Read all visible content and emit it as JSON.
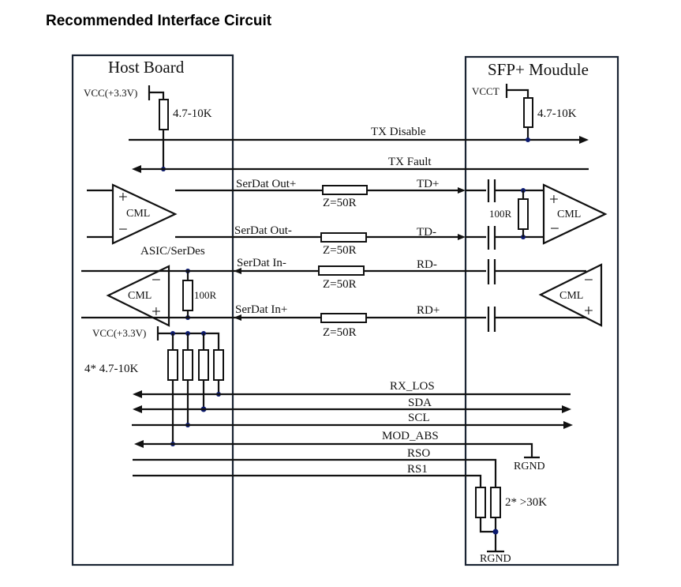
{
  "title": "Recommended Interface Circuit",
  "host": {
    "label": "Host Board",
    "vcc_label": "VCC(+3.3V)",
    "pullup_label": "4.7-10K",
    "asic_label": "ASIC/SerDes",
    "tx_amp_label": "CML",
    "rx_amp_label": "CML",
    "term_label": "100R",
    "vcc2_label": "VCC(+3.3V)",
    "pullups4_label": "4* 4.7-10K",
    "plus": "+",
    "minus": "−"
  },
  "module": {
    "label": "SFP+ Moudule",
    "vcct_label": "VCCT",
    "pullup_label": "4.7-10K",
    "term_label": "100R",
    "tx_amp_label": "CML",
    "rx_amp_label": "CML",
    "rgnd1": "RGND",
    "rgnd2": "RGND",
    "rs_res_label": "2* >30K"
  },
  "signals": {
    "tx_disable": "TX Disable",
    "tx_fault": "TX Fault",
    "serdat_out_p": "SerDat Out+",
    "serdat_out_n": "SerDat Out-",
    "serdat_in_n": "SerDat In-",
    "serdat_in_p": "SerDat In+",
    "td_p": "TD+",
    "td_n": "TD-",
    "rd_n": "RD-",
    "rd_p": "RD+",
    "z1": "Z=50R",
    "z2": "Z=50R",
    "z3": "Z=50R",
    "z4": "Z=50R",
    "rx_los": "RX_LOS",
    "sda": "SDA",
    "scl": "SCL",
    "mod_abs": "MOD_ABS",
    "rs0": "RSO",
    "rs1": "RS1"
  }
}
